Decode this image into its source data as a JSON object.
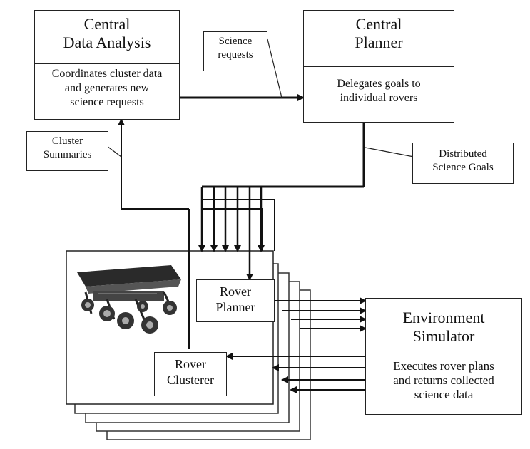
{
  "central_data_analysis": {
    "title_lines": [
      "Central",
      "Data Analysis"
    ],
    "desc_lines": [
      "Coordinates cluster data",
      "and generates new",
      "science requests"
    ]
  },
  "central_planner": {
    "title_lines": [
      "Central",
      "Planner"
    ],
    "desc_lines": [
      "Delegates goals to",
      "individual rovers"
    ]
  },
  "science_requests_label": [
    "Science",
    "requests"
  ],
  "cluster_summaries_label": [
    "Cluster",
    "Summaries"
  ],
  "distributed_science_goals_label": [
    "Distributed",
    "Science Goals"
  ],
  "rover_planner": [
    "Rover",
    "Planner"
  ],
  "rover_clusterer": [
    "Rover",
    "Clusterer"
  ],
  "environment_simulator": {
    "title_lines": [
      "Environment",
      "Simulator"
    ],
    "desc_lines": [
      "Executes rover plans",
      "and returns collected",
      "science data"
    ]
  },
  "rover_image": "rover-robot-image"
}
